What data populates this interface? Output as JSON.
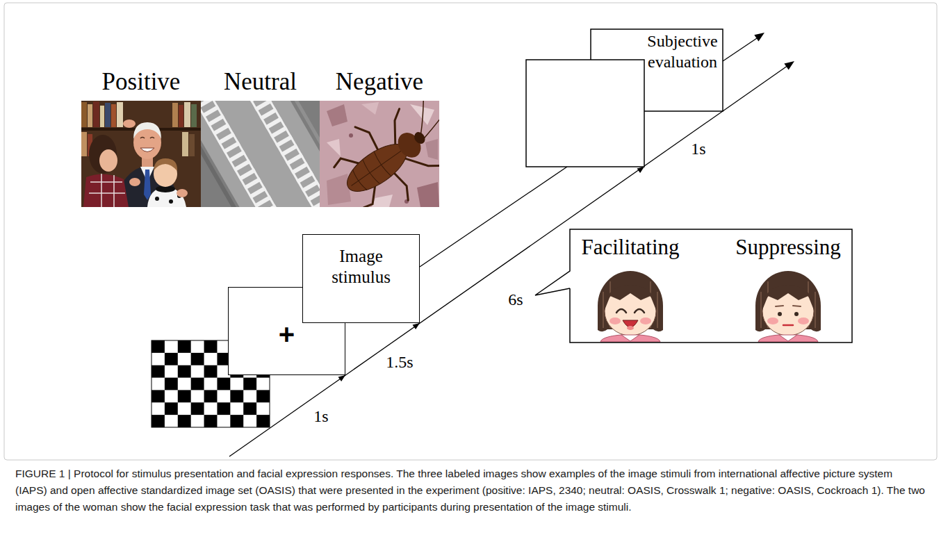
{
  "diagram": {
    "caption": "FIGURE 1 | Protocol for stimulus presentation and facial expression responses. The three labeled images show examples of the image stimuli from international affective picture system (IAPS) and open affective standardized image set (OASIS) that were presented in the experiment (positive: IAPS, 2340; neutral: OASIS, Crosswalk 1; negative: OASIS, Cockroach 1). The two images of the woman show the facial expression task that was performed by participants during presentation of the image stimuli.",
    "nodes": [
      {
        "text": [
          "Positive"
        ]
      },
      {
        "text": [
          "Neutral"
        ]
      },
      {
        "text": [
          "Negative"
        ]
      },
      {
        "text": [
          "+"
        ]
      },
      {
        "text": [
          "Image stimulus"
        ]
      },
      {
        "text": [
          "Subjective evaluation"
        ]
      },
      {
        "text": [
          "Facilitating",
          "Suppressing"
        ]
      }
    ],
    "labels": [
      "1s",
      "1.5s",
      "6s",
      "1s"
    ]
  }
}
